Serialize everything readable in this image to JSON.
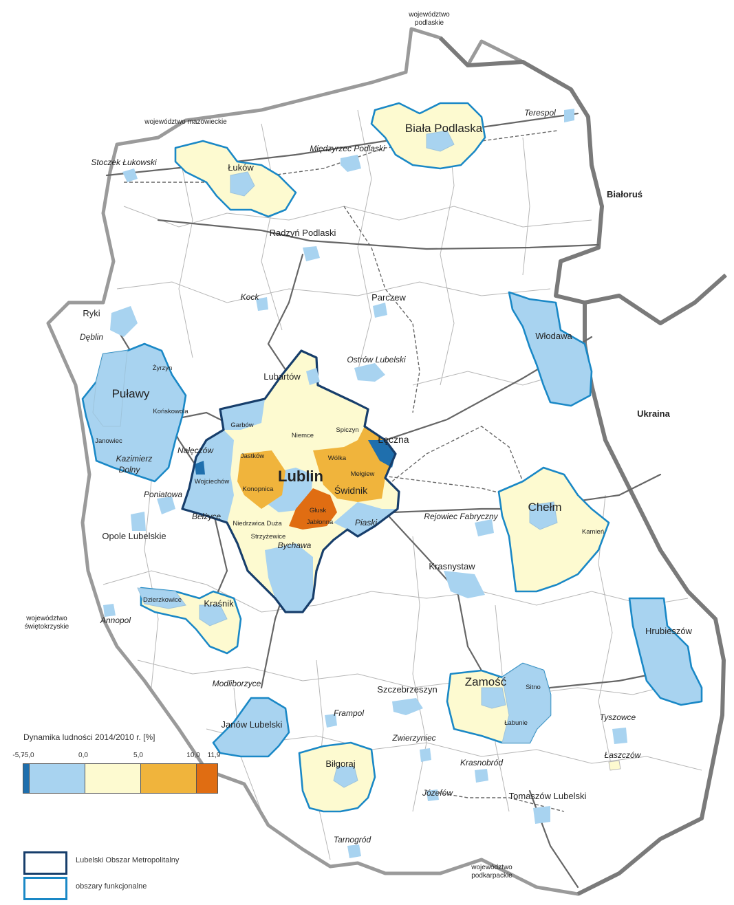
{
  "map": {
    "colors": {
      "lt_neg5": "#1f6fad",
      "neg5_0": "#a8d3f0",
      "0_5": "#fdfad0",
      "5_10": "#f0b43c",
      "gt_10": "#e06d12",
      "metro_border": "#173e6b",
      "functional_border": "#1a88c6",
      "border_gray": "#9a9a9a",
      "road": "#666666"
    },
    "neighbors": {
      "podlaskie": [
        "województwo",
        "podlaskie"
      ],
      "mazowieckie": "województwo mazowieckie",
      "swietokrzyskie": [
        "województwo",
        "świętokrzyskie"
      ],
      "podkarpackie": [
        "województwo",
        "podkarpackie"
      ],
      "bialorus": "Białoruś",
      "ukraina": "Ukraina"
    },
    "places_large": {
      "lublin": "Lublin",
      "biala": "Biała Podlaska",
      "chelm": "Chełm",
      "zamosc": "Zamość",
      "pulawy": "Puławy",
      "swidnik": "Świdnik",
      "leczna": "Łęczna"
    },
    "places_medium": {
      "lukow": "Łuków",
      "radzyn": "Radzyń Podlaski",
      "parczew": "Parczew",
      "ryki": "Ryki",
      "wlodawa": "Włodawa",
      "lubartow": "Lubartów",
      "krasnik": "Kraśnik",
      "opole": "Opole Lubelskie",
      "hrubieszow": "Hrubieszów",
      "janow": "Janów Lubelski",
      "bilgoraj": "Biłgoraj",
      "tomaszow": "Tomaszów Lubelski",
      "krasnystaw": "Krasnystaw",
      "szczebrzeszyn": "Szczebrzeszyn"
    },
    "places_italic": {
      "terespol": "Terespol",
      "miedzyrzec": "Międzyrzec Podlaski",
      "stoczek": "Stoczek Łukowski",
      "kock": "Kock",
      "deblin": "Dęblin",
      "ostrow": "Ostrów Lubelski",
      "kazimierz1": "Kazimierz",
      "kazimierz2": "Dolny",
      "naleczow": "Nałęczów",
      "poniatowa": "Poniatowa",
      "belzyce": "Bełżyce",
      "bychawa": "Bychawa",
      "piaski": "Piaski",
      "rejowiec": "Rejowiec Fabryczny",
      "annopol": "Annopol",
      "modliborzyce": "Modliborzyce",
      "frampol": "Frampol",
      "zwierzyniec": "Zwierzyniec",
      "krasnobrod": "Krasnobród",
      "jozefow": "Józefów",
      "tyszowce": "Tyszowce",
      "laszczow": "Łaszczów",
      "tarnogrod": "Tarnogród"
    },
    "places_small": {
      "zyrzyn": "Żyrzyn",
      "konskowola": "Końskowola",
      "janowiec": "Janowiec",
      "garbow": "Garbów",
      "niemce": "Niemce",
      "spiczyn": "Spiczyn",
      "jastkow": "Jastków",
      "wolka": "Wólka",
      "melgiew": "Mełgiew",
      "wojciechow": "Wojciechów",
      "konopnica": "Konopnica",
      "glusk": "Głusk",
      "niedrzwica": "Niedrzwica Duża",
      "jablonna": "Jabłonna",
      "strzyzewice": "Strzyżewice",
      "dzierzkowice": "Dzierzkowice",
      "sitno": "Sitno",
      "labunie": "Łabunie",
      "kamien": "Kamień"
    }
  },
  "legend": {
    "title": "Dynamika ludności 2014/2010 r. [%]",
    "ticks": [
      "-5,7",
      "-5,0",
      "0,0",
      "5,0",
      "10,0",
      "11,9"
    ],
    "bins": [
      {
        "from": -5.7,
        "to": -5.0,
        "color": "#1f6fad"
      },
      {
        "from": -5.0,
        "to": 0.0,
        "color": "#a8d3f0"
      },
      {
        "from": 0.0,
        "to": 5.0,
        "color": "#fdfad0"
      },
      {
        "from": 5.0,
        "to": 10.0,
        "color": "#f0b43c"
      },
      {
        "from": 10.0,
        "to": 11.9,
        "color": "#e06d12"
      }
    ],
    "metro_label": "Lubelski Obszar Metropolitalny",
    "functional_label": "obszary funkcjonalne"
  }
}
